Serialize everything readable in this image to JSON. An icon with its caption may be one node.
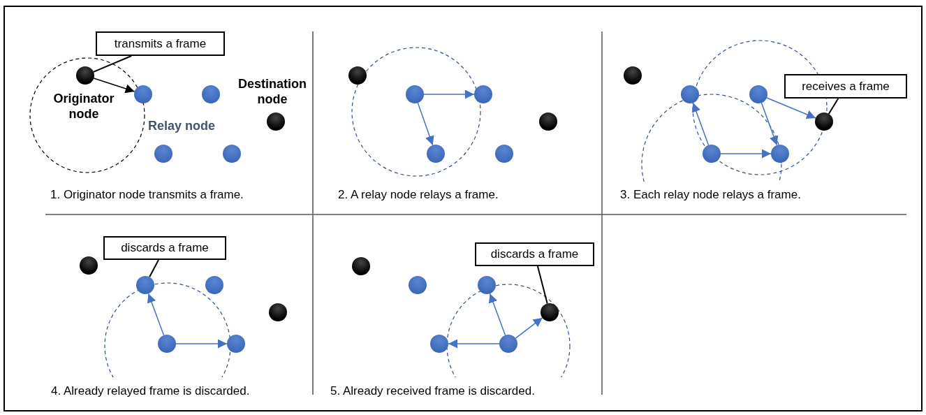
{
  "diagram": {
    "nodes": [
      {
        "text": [
          "transmits a frame"
        ]
      },
      {
        "text": [],
        "shape": "circle",
        "beside": [
          "Originator node"
        ]
      },
      {
        "text": [],
        "shape": "circle"
      },
      {
        "text": [],
        "shape": "circle"
      },
      {
        "text": [],
        "shape": "circle",
        "beside": [
          "Destination node"
        ]
      },
      {
        "text": [],
        "shape": "circle"
      },
      {
        "text": [],
        "shape": "circle"
      },
      {
        "text": [],
        "shape": "circle"
      },
      {
        "text": [],
        "shape": "circle"
      },
      {
        "text": [],
        "shape": "circle"
      },
      {
        "text": [],
        "shape": "circle"
      },
      {
        "text": [],
        "shape": "circle"
      },
      {
        "text": [],
        "shape": "circle"
      },
      {
        "text": [],
        "shape": "circle"
      },
      {
        "text": [
          "receives a frame"
        ]
      },
      {
        "text": [],
        "shape": "circle"
      },
      {
        "text": [],
        "shape": "circle"
      },
      {
        "text": [],
        "shape": "circle"
      },
      {
        "text": [],
        "shape": "circle"
      },
      {
        "text": [],
        "shape": "circle"
      },
      {
        "text": [
          "discards a frame"
        ]
      },
      {
        "text": [],
        "shape": "circle"
      },
      {
        "text": [],
        "shape": "circle"
      },
      {
        "text": [],
        "shape": "circle"
      },
      {
        "text": [],
        "shape": "circle"
      },
      {
        "text": [],
        "shape": "circle"
      },
      {
        "text": [],
        "shape": "circle"
      },
      {
        "text": [
          "discards a frame"
        ]
      },
      {
        "text": [],
        "shape": "circle"
      },
      {
        "text": [],
        "shape": "circle"
      },
      {
        "text": [],
        "shape": "circle"
      },
      {
        "text": [],
        "shape": "circle"
      },
      {
        "text": [],
        "shape": "circle"
      },
      {
        "text": [],
        "shape": "circle"
      }
    ],
    "edges": [
      {
        "from": 0,
        "to": 1,
        "arrow": "none",
        "color": "#000000"
      },
      {
        "from": 1,
        "to": 2,
        "arrow": "to",
        "color": "#000000"
      },
      {
        "from": 8,
        "to": 9,
        "arrow": "to"
      },
      {
        "from": 8,
        "to": 11,
        "arrow": "to"
      },
      {
        "from": 14,
        "to": 17,
        "arrow": "none",
        "color": "#000000"
      },
      {
        "from": 16,
        "to": 17,
        "arrow": "to"
      },
      {
        "from": 16,
        "to": 19,
        "arrow": "to"
      },
      {
        "from": 18,
        "to": 15,
        "arrow": "to"
      },
      {
        "from": 18,
        "to": 19,
        "arrow": "to"
      },
      {
        "from": 20,
        "to": 22,
        "arrow": "none",
        "color": "#000000"
      },
      {
        "from": 25,
        "to": 22,
        "arrow": "to"
      },
      {
        "from": 25,
        "to": 26,
        "arrow": "to"
      },
      {
        "from": 27,
        "to": 31,
        "arrow": "none",
        "color": "#000000"
      },
      {
        "from": 33,
        "to": 32,
        "arrow": "to"
      },
      {
        "from": 33,
        "to": 30,
        "arrow": "to"
      },
      {
        "from": 33,
        "to": 31,
        "arrow": "to"
      }
    ],
    "labels": [
      "Relay node",
      "1. Originator node transmits a frame.",
      "2. A relay node relays a frame.",
      "3. Each relay node relays a frame.",
      "4. Already relayed frame is discarded.",
      "5. Already received frame is discarded."
    ]
  }
}
